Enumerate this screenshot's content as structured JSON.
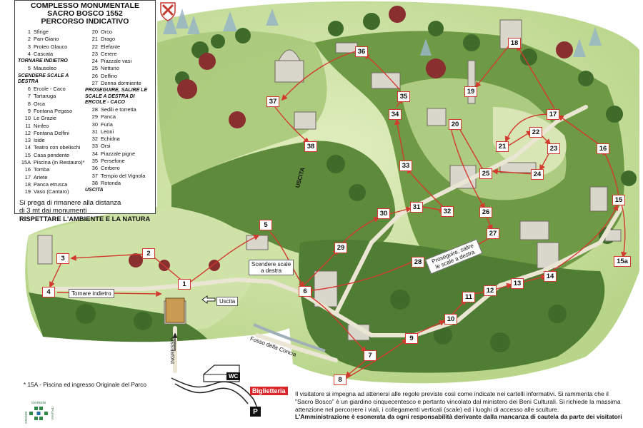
{
  "legend": {
    "title_lines": [
      "COMPLESSO MONUMENTALE",
      "SACRO  BOSCO 1552",
      "PERCORSO INDICATIVO"
    ],
    "col1": [
      {
        "type": "item",
        "num": "1",
        "label": "Sfinge"
      },
      {
        "type": "item",
        "num": "2",
        "label": "Pan-Giano"
      },
      {
        "type": "item",
        "num": "3",
        "label": "Proteo Glauco"
      },
      {
        "type": "item",
        "num": "4",
        "label": "Cascata"
      },
      {
        "type": "dir",
        "label": "TORNARE INDIETRO"
      },
      {
        "type": "item",
        "num": "5",
        "label": "Mausoleo"
      },
      {
        "type": "dir",
        "label": "SCENDERE SCALE A DESTRA"
      },
      {
        "type": "item",
        "num": "6",
        "label": "Ercole - Caco"
      },
      {
        "type": "item",
        "num": "7",
        "label": "Tartaruga"
      },
      {
        "type": "item",
        "num": "8",
        "label": "Orca"
      },
      {
        "type": "item",
        "num": "9",
        "label": "Fontana Pegaso"
      },
      {
        "type": "item",
        "num": "10",
        "label": "Le Grazie"
      },
      {
        "type": "item",
        "num": "11",
        "label": "Ninfeo"
      },
      {
        "type": "item",
        "num": "12",
        "label": "Fontana Delfini"
      },
      {
        "type": "item",
        "num": "13",
        "label": "Iside"
      },
      {
        "type": "item",
        "num": "14",
        "label": "Teatro con obelischi"
      },
      {
        "type": "item",
        "num": "15",
        "label": "Casa pendente"
      },
      {
        "type": "item",
        "num": "15A",
        "label": "Piscina (in Restauro)*"
      },
      {
        "type": "item",
        "num": "16",
        "label": "Tomba"
      },
      {
        "type": "item",
        "num": "17",
        "label": "Ariete"
      },
      {
        "type": "item",
        "num": "18",
        "label": "Panca etrusca"
      },
      {
        "type": "item",
        "num": "19",
        "label": "Vaso (Cantaro)"
      }
    ],
    "col2": [
      {
        "type": "item",
        "num": "20",
        "label": "Orco"
      },
      {
        "type": "item",
        "num": "21",
        "label": "Drago"
      },
      {
        "type": "item",
        "num": "22",
        "label": "Elefante"
      },
      {
        "type": "item",
        "num": "23",
        "label": "Cerere"
      },
      {
        "type": "item",
        "num": "24",
        "label": "Piazzale vasi"
      },
      {
        "type": "item",
        "num": "25",
        "label": "Nettuno"
      },
      {
        "type": "item",
        "num": "26",
        "label": "Delfino"
      },
      {
        "type": "item",
        "num": "27",
        "label": "Donna dormiente"
      },
      {
        "type": "dir",
        "label": "PROSEGUIRE, SALIRE LE SCALE A DESTRA DI ERCOLE - CACO"
      },
      {
        "type": "item",
        "num": "28",
        "label": "Sedili e torretta"
      },
      {
        "type": "item",
        "num": "29",
        "label": "Panca"
      },
      {
        "type": "item",
        "num": "30",
        "label": "Furia"
      },
      {
        "type": "item",
        "num": "31",
        "label": "Leoni"
      },
      {
        "type": "item",
        "num": "32",
        "label": "Echidna"
      },
      {
        "type": "item",
        "num": "33",
        "label": "Orsi"
      },
      {
        "type": "item",
        "num": "34",
        "label": "Piazzale pigne"
      },
      {
        "type": "item",
        "num": "35",
        "label": "Persefone"
      },
      {
        "type": "item",
        "num": "36",
        "label": "Cerbero"
      },
      {
        "type": "item",
        "num": "37",
        "label": "Tempio del Vignola"
      },
      {
        "type": "item",
        "num": "38",
        "label": "Rotonda"
      },
      {
        "type": "dir",
        "label": "USCITA"
      }
    ],
    "note_1": "Si prega di rimanere alla distanza",
    "note_2": "di 3 mt dai monumenti",
    "note_3": "RISPETTARE L'AMBIENTE E LA NATURA"
  },
  "map_labels": {
    "tornare_indietro": "Tornare indietro",
    "uscita": "Uscita",
    "uscita_vertical": "USCITA",
    "scendere_line1": "Scendere scale",
    "scendere_line2": "a destra",
    "proseguire": "Proseguire, salire le scale a destra",
    "fosso": "Fosso della Concia",
    "ingresso": "INGRESSO",
    "wc": "WC",
    "biglietteria": "Biglietteria",
    "parking": "P"
  },
  "stops": [
    "1",
    "2",
    "3",
    "4",
    "5",
    "6",
    "7",
    "8",
    "9",
    "10",
    "11",
    "12",
    "13",
    "14",
    "15",
    "15a",
    "16",
    "17",
    "18",
    "19",
    "20",
    "21",
    "22",
    "23",
    "24",
    "25",
    "26",
    "27",
    "28",
    "29",
    "30",
    "31",
    "32",
    "33",
    "34",
    "35",
    "36",
    "37",
    "38"
  ],
  "footnote": "* 15A - Piscina ed ingresso Originale del Parco",
  "notice": {
    "line1": "Il visitatore si impegna ad attenersi alle regole previste così come indicate nei cartelli informativi. Si rammenta che il",
    "line2": "\"Sacro Bosco\" è un giardino cinquecentesco e pertanto vincolato dal ministero dei Beni Culturali. Si richiede la massima",
    "line3": "attenzione nel percorrere i viali, i collegamenti verticali (scale) ed i luoghi di accesso alle sculture.",
    "disclaimer": "L'Amministrazione è esonerata da ogni responsabilità derivante dalla mancanza di cautela da parte dei visitatori"
  },
  "logo_text": {
    "vertical_left": "GRANDI",
    "top": "GIARDINI",
    "vertical_right": "ITALIANI"
  },
  "colors": {
    "route": "#d23a2e",
    "meadow": "#cfe3a8",
    "forest": "#5e8a3c",
    "forest_dark": "#3f6b2a",
    "path": "#e8e2cf",
    "biglietteria": "#d8262a"
  }
}
